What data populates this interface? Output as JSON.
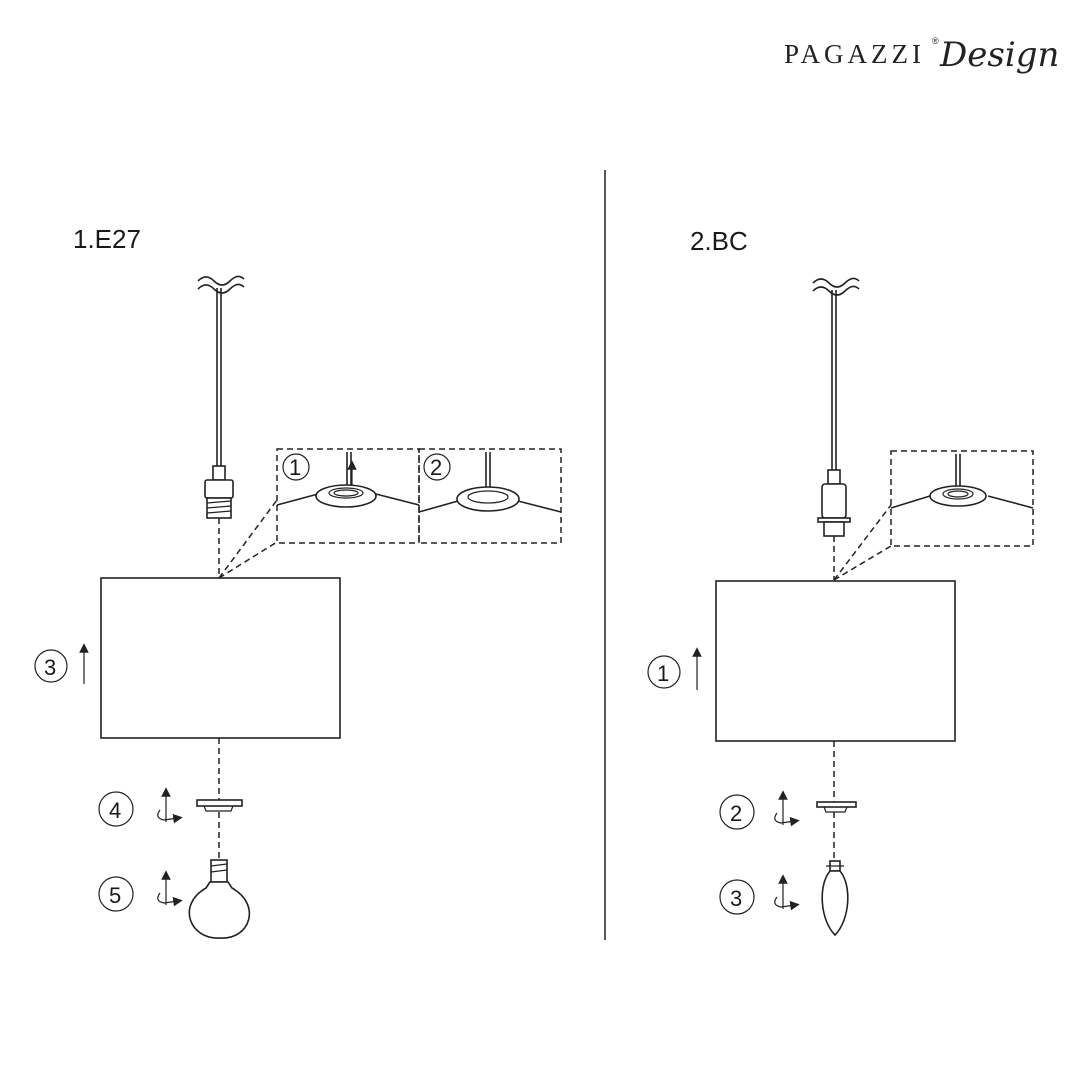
{
  "brand": {
    "name": "PAGAZZI",
    "mark": "®",
    "script": "Design"
  },
  "sections": [
    {
      "title": "1.E27",
      "detail_steps": [
        "1",
        "2"
      ],
      "steps": [
        "3",
        "4",
        "5"
      ]
    },
    {
      "title": "2.BC",
      "detail_steps": [],
      "steps": [
        "1",
        "2",
        "3"
      ]
    }
  ]
}
